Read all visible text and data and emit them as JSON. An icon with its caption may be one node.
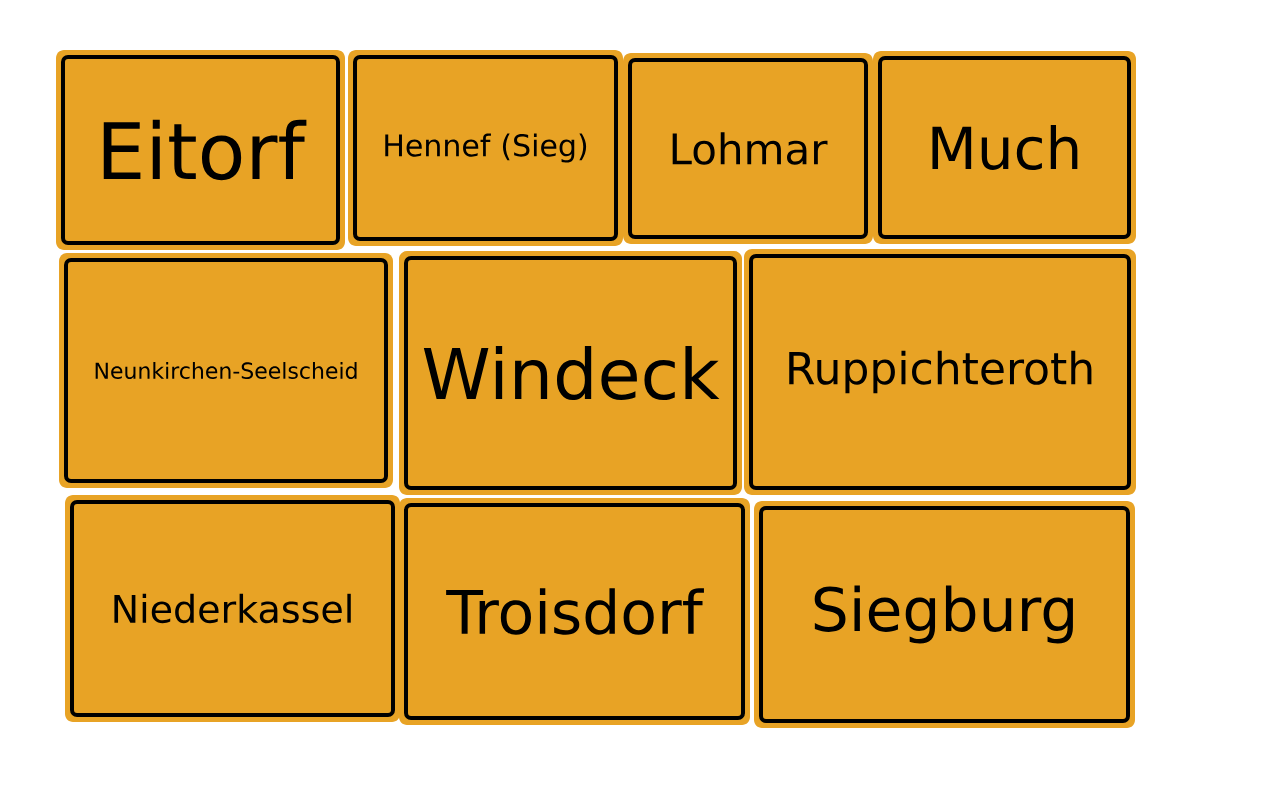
{
  "diagram": {
    "nodes": [
      {
        "text": [
          "Eitorf"
        ]
      },
      {
        "text": [
          "Hennef (Sieg)"
        ]
      },
      {
        "text": [
          "Lohmar"
        ]
      },
      {
        "text": [
          "Much"
        ]
      },
      {
        "text": [
          "Neunkirchen-Seelscheid"
        ]
      },
      {
        "text": [
          "Windeck"
        ]
      },
      {
        "text": [
          "Ruppichteroth"
        ]
      },
      {
        "text": [
          "Niederkassel"
        ]
      },
      {
        "text": [
          "Troisdorf"
        ]
      },
      {
        "text": [
          "Siegburg"
        ]
      }
    ]
  }
}
